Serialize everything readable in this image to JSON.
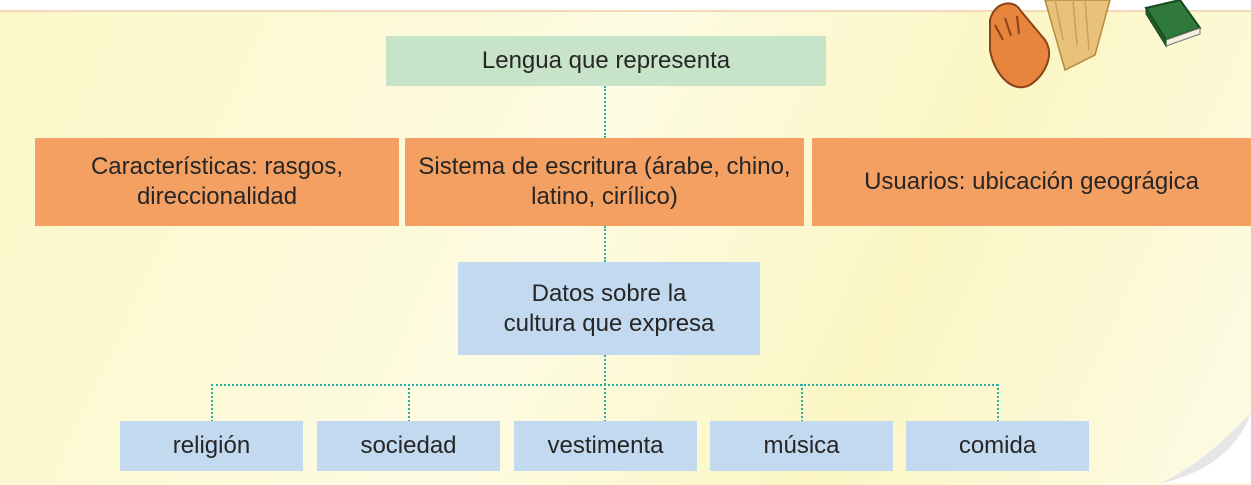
{
  "diagram": {
    "top_node": "Lengua que representa",
    "middle_nodes": [
      "Características: rasgos, direccionalidad",
      "Sistema de escritura (árabe, chino, latino, cirílico)",
      "Usuarios: ubicación geográgica"
    ],
    "culture_node": "Datos sobre la cultura que expresa",
    "leaf_nodes": [
      "religión",
      "sociedad",
      "vestimenta",
      "música",
      "comida"
    ]
  },
  "colors": {
    "top_node": "#c8e4c8",
    "middle_nodes": "#f4a062",
    "culture_nodes": "#c3d9f0",
    "connectors": "#2ab0a8",
    "paper": "#fbf7c8"
  },
  "decorations": [
    "child-arm-illustration",
    "green-book-icon"
  ]
}
